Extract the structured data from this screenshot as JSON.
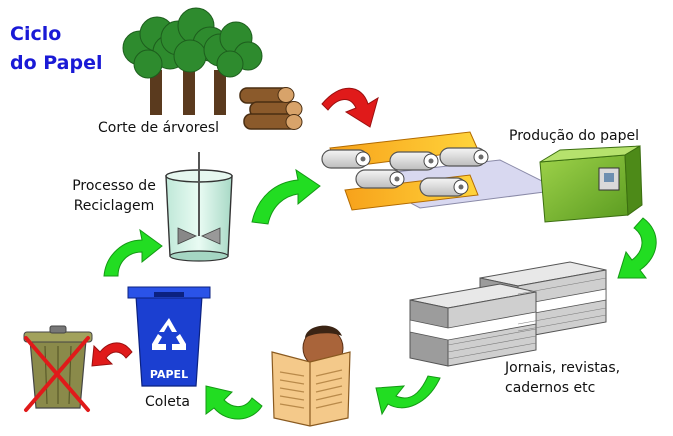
{
  "title": {
    "line1": "Ciclo",
    "line2": "do Papel"
  },
  "labels": {
    "corte": "Corte de árvoresl",
    "producao": "Produção do papel",
    "processo_line1": "Processo de",
    "processo_line2": "Reciclagem",
    "jornais_line1": "Jornais, revistas,",
    "jornais_line2": "cadernos etc",
    "coleta": "Coleta",
    "bin_text": "PAPEL"
  },
  "colors": {
    "title": "#1a1ad6",
    "cycle_arrow": "#22dd22",
    "cutting_arrow": "#e01a1a",
    "trash_arrow": "#e01a1a",
    "bin": "#1b3fd1",
    "tree": "#2e8b2e",
    "trunk": "#5a3a1e",
    "cross": "#e01a1a"
  },
  "icons": [
    "trees-icon",
    "logs-icon",
    "paper-machine-icon",
    "recycling-tank-icon",
    "paper-stack-icon",
    "newspaper-reader-icon",
    "recycle-bin-icon",
    "recycle-symbol-icon",
    "trash-can-icon",
    "cross-icon"
  ]
}
